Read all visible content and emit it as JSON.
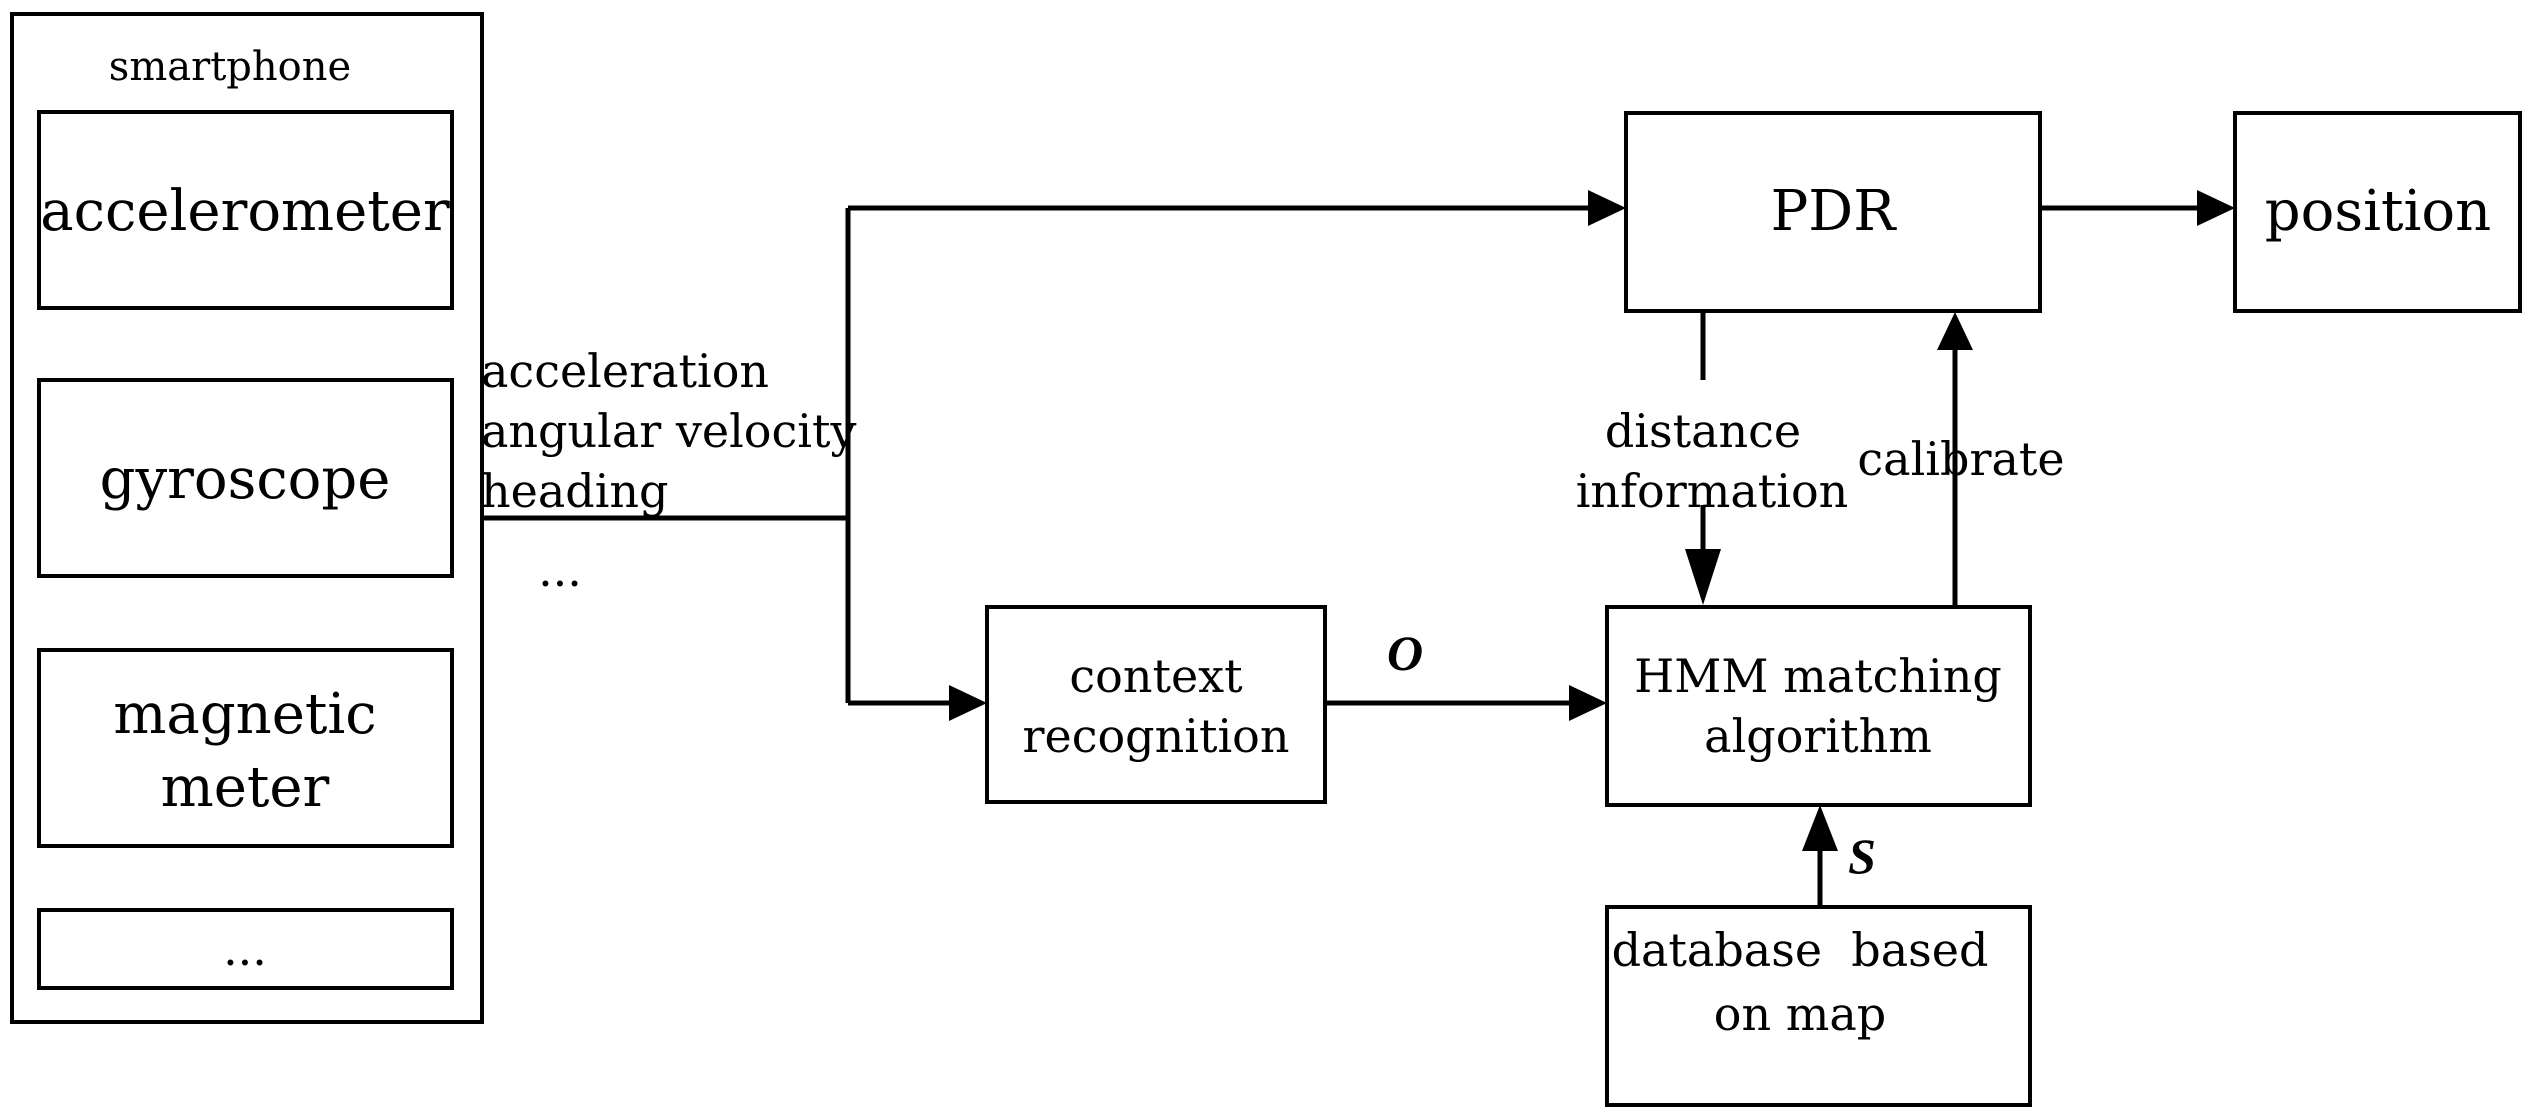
{
  "smartphone": {
    "title": "smartphone",
    "sensors": [
      {
        "lines": [
          "accelerometer"
        ]
      },
      {
        "lines": [
          "gyroscope"
        ]
      },
      {
        "lines": [
          "magnetic",
          "meter"
        ]
      },
      {
        "lines": [
          "..."
        ]
      }
    ]
  },
  "signals": {
    "lines": [
      "acceleration",
      "angular velocity",
      "heading"
    ],
    "more": "..."
  },
  "pdr": {
    "label": "PDR"
  },
  "position": {
    "label": "position"
  },
  "context": {
    "lines": [
      "context",
      "recognition"
    ]
  },
  "observation_symbol": "O",
  "hmm": {
    "lines": [
      "HMM matching",
      "algorithm"
    ]
  },
  "database": {
    "lines": [
      "database  based",
      "on map"
    ]
  },
  "state_symbol": "S",
  "distance_info": {
    "lines": [
      "distance",
      "information"
    ]
  },
  "calibrate": "calibrate"
}
